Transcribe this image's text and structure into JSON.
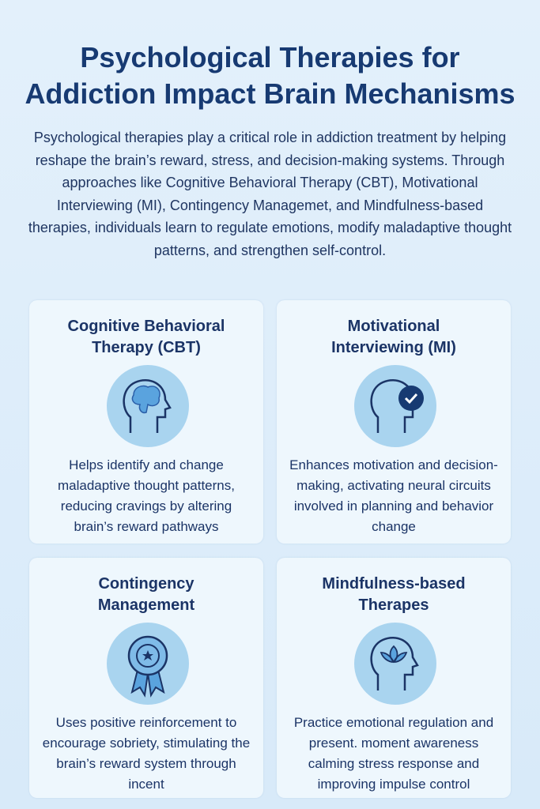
{
  "title": {
    "line1": "Psychological Therapies for",
    "line2": "Addiction Impact Brain Mechanisms"
  },
  "intro": "Psychological therapies play a critical role in addiction treatment by helping reshape the brain’s reward, stress, and decision-making systems. Through approaches like Cognitive Behavioral Therapy (CBT), Motivational Interviewing (MI), Contingency Managemet, and Mindfulness-based therapies, individuals learn to regulate emotions, modify maladaptive thought patterns, and strengthen self-control.",
  "cards": [
    {
      "title": "Cognitive Behavioral Therapy (CBT)",
      "icon": "head-brain-icon",
      "desc": "Helps identify and change maladaptive thought patterns, reducing cravings by altering brain’s reward pathways"
    },
    {
      "title": "Motivational Interviewing (MI)",
      "icon": "head-checkmark-icon",
      "desc": "Enhances motivation and decision-making, activating neural circuits involved in planning and behavior change"
    },
    {
      "title": "Contingency Management",
      "icon": "award-ribbon-icon",
      "desc": "Uses positive reinforcement to encourage sobriety, stimulating the brain’s reward system through incent"
    },
    {
      "title": "Mindfulness-based Therapes",
      "icon": "head-lotus-icon",
      "desc": "Practice emotional regulation and present. moment awareness calming stress response and improving impulse control"
    }
  ]
}
